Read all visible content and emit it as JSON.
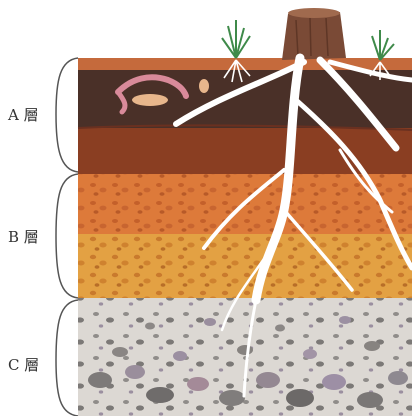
{
  "layers": [
    {
      "id": "A",
      "label": "A 層"
    },
    {
      "id": "B",
      "label": "B 層"
    },
    {
      "id": "C",
      "label": "C 層"
    }
  ],
  "colors": {
    "surface": "#c56a3c",
    "a_topsoil": "#4a3028",
    "a_lower": "#8a3e22",
    "b_upper": "#d9753a",
    "b_lower": "#e09b3c",
    "c_gravel": "#d6d3cf",
    "root": "#ffffff",
    "stump": "#7a4a36",
    "grass": "#3f8a4a",
    "bracket": "#555555"
  },
  "icons": [
    "grass-tuft-icon",
    "tree-stump-icon",
    "earthworm-icon",
    "insect-larva-icon",
    "root-icon",
    "stone-icon"
  ]
}
